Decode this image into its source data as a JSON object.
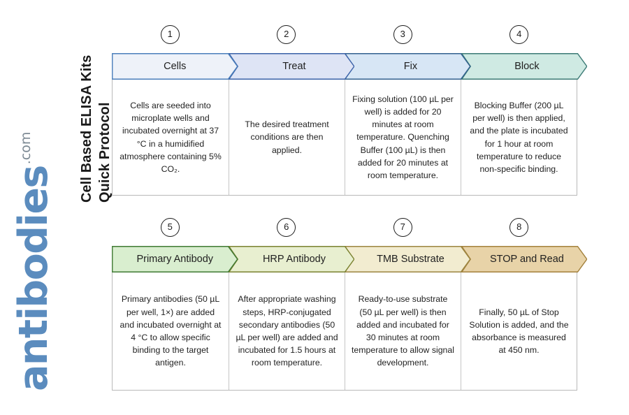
{
  "title": {
    "line1": "Cell Based ELISA Kits",
    "line2": "Quick Protocol"
  },
  "brand": {
    "name": "antibodies",
    "tld": ".com",
    "color": "#5b8cbe"
  },
  "rows": [
    {
      "id": "row-1",
      "steps": [
        {
          "number": "1",
          "label": "Cells",
          "fill": "#eef2f9",
          "stroke": "#4a7ebb",
          "description": "Cells are seeded into microplate wells and incubated overnight at 37 °C in a humidified atmosphere containing 5% CO₂."
        },
        {
          "number": "2",
          "label": "Treat",
          "fill": "#dee4f5",
          "stroke": "#3b62a8",
          "description": "The desired treatment conditions are then applied."
        },
        {
          "number": "3",
          "label": "Fix",
          "fill": "#d7e6f5",
          "stroke": "#33618f",
          "description": "Fixing solution (100 µL per well) is added for 20 minutes at room temperature. Quenching Buffer (100 µL) is then added for 20 minutes at room temperature."
        },
        {
          "number": "4",
          "label": "Block",
          "fill": "#cfeae3",
          "stroke": "#3c7b76",
          "description": "Blocking Buffer (200 µL per well) is then applied, and the plate is incubated for 1 hour at room temperature to reduce non-specific binding."
        }
      ]
    },
    {
      "id": "row-2",
      "steps": [
        {
          "number": "5",
          "label": "Primary Antibody",
          "fill": "#d9eecf",
          "stroke": "#3f7a33",
          "description": "Primary antibodies (50 µL per well, 1×) are added and incubated overnight at 4 °C to allow specific binding to the target antigen."
        },
        {
          "number": "6",
          "label": "HRP Antibody",
          "fill": "#e8efd0",
          "stroke": "#7a8230",
          "description": "After appropriate washing steps, HRP-conjugated secondary antibodies (50 µL per well) are added and incubated for 1.5 hours at room temperature."
        },
        {
          "number": "7",
          "label": "TMB Substrate",
          "fill": "#f2ecd0",
          "stroke": "#9c8540",
          "description": "Ready-to-use substrate (50 µL per well) is then added and incubated for 30 minutes at room temperature to allow signal development."
        },
        {
          "number": "8",
          "label": "STOP and Read",
          "fill": "#e8d3a8",
          "stroke": "#a3813c",
          "description": "Finally, 50 µL of Stop Solution is added, and the absorbance is measured at 450 nm."
        }
      ]
    }
  ]
}
